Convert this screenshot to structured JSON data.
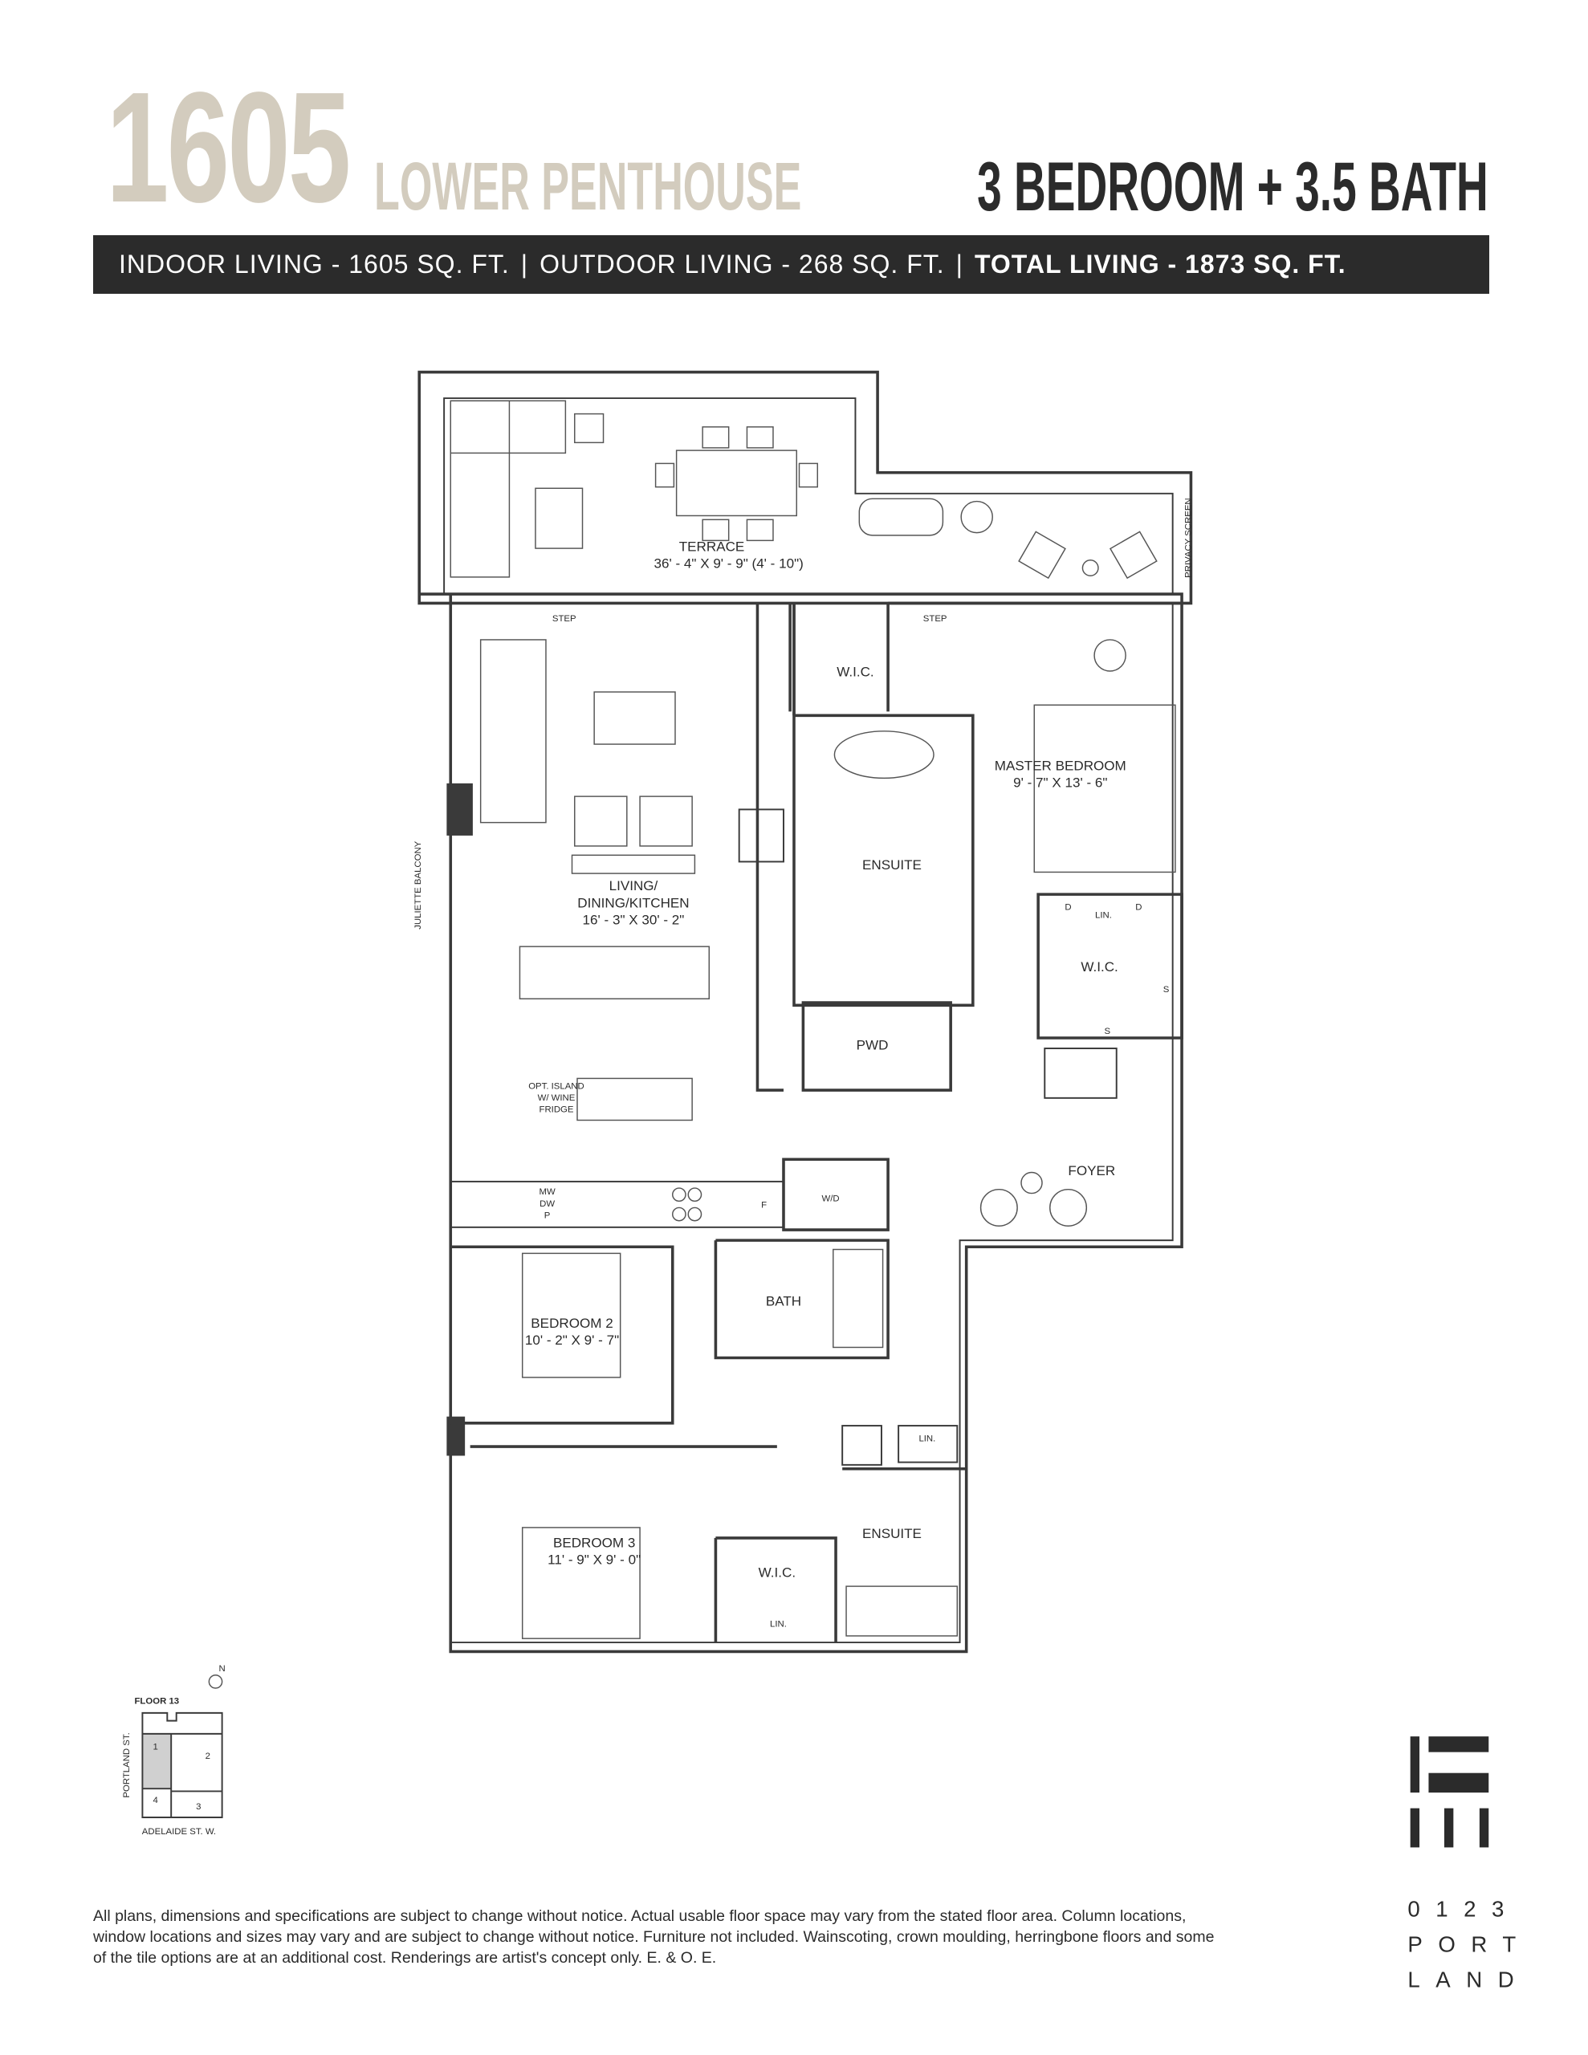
{
  "header": {
    "unit_number": "1605",
    "unit_type": "LOWER PENTHOUSE",
    "bed_bath": "3 BEDROOM + 3.5 BATH"
  },
  "area_bar": {
    "indoor": "INDOOR LIVING - 1605 SQ. FT.",
    "outdoor": "OUTDOOR LIVING - 268  SQ. FT.",
    "total": "TOTAL LIVING - 1873  SQ. FT.",
    "separator": "|"
  },
  "rooms": {
    "terrace": {
      "name": "TERRACE",
      "dims": "36' - 4\" X 9' - 9\" (4' - 10\")"
    },
    "privacy_screen": "PRIVACY SCREEN",
    "juliette": "JULIETTE BALCONY",
    "step1": "STEP",
    "step2": "STEP",
    "living": {
      "name1": "LIVING/",
      "name2": "DINING/KITCHEN",
      "dims": "16' - 3\" X 30' - 2\""
    },
    "island": {
      "l1": "OPT. ISLAND",
      "l2": "W/ WINE",
      "l3": "FRIDGE"
    },
    "wic_master": "W.I.C.",
    "master": {
      "name": "MASTER BEDROOM",
      "dims": "9' - 7\" X 13' - 6\""
    },
    "ensuite1": "ENSUITE",
    "wic2": "W.I.C.",
    "lin1": "LIN.",
    "d1": "D",
    "d2": "D",
    "s1": "S",
    "s2": "S",
    "pwd": "PWD",
    "foyer": "FOYER",
    "wd": "W/D",
    "mw": "MW",
    "dw": "DW",
    "p": "P",
    "fridge_f": "F",
    "bedroom2": {
      "name": "BEDROOM 2",
      "dims": "10' - 2\" X 9' - 7\""
    },
    "bath": "BATH",
    "lin2": "LIN.",
    "bedroom3": {
      "name": "BEDROOM 3",
      "dims": "11' - 9\" X 9' - 0\""
    },
    "wic3": "W.I.C.",
    "lin3": "LIN.",
    "ensuite2": "ENSUITE"
  },
  "keyplan": {
    "floor": "FLOOR 13",
    "north": "N",
    "street_west": "PORTLAND ST.",
    "street_south": "ADELAIDE ST. W.",
    "units": [
      "1",
      "2",
      "3",
      "4"
    ]
  },
  "logo": {
    "line1": "0123",
    "line2": "PORT",
    "line3": "LAND"
  },
  "disclaimer": "All plans, dimensions and specifications are subject to change without notice. Actual usable floor space may vary from the stated floor area. Column locations, window locations and sizes may vary and are subject to change without notice. Furniture not included. Wainscoting, crown moulding, herringbone floors and some of the tile options are at an additional cost. Renderings are artist's concept only. E. & O. E."
}
